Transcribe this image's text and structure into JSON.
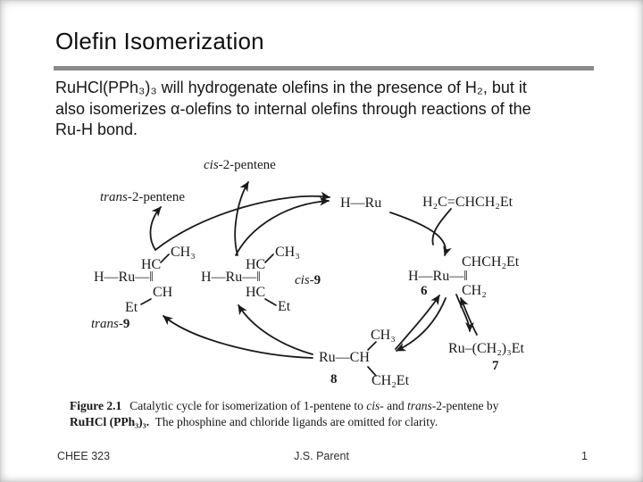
{
  "slide": {
    "title": "Olefin Isomerization",
    "body_lines": [
      "RuHCl(PPh₃)₃ will hydrogenate olefins in the presence of H₂, but it",
      "also isomerizes α-olefins to internal olefins through reactions of the",
      "Ru-H bond."
    ],
    "footer": {
      "course": "CHEE 323",
      "author": "J.S. Parent",
      "page": "1"
    }
  },
  "figure": {
    "caption": {
      "label": "Figure 2.1",
      "seg1": "Catalytic cycle for isomerization of 1-pentene to ",
      "it1": "cis-",
      "seg2": " and ",
      "it2": "trans",
      "seg3": "-2-pentene by",
      "line2_bold": "RuHCl (PPh₃)₃.",
      "line2_rest": "  The phosphine and chloride ligands are omitted for clarity."
    },
    "diagram": {
      "catalyst": "H—Ru",
      "olefin": "H₂C=CHCH₂Et",
      "product_cis": {
        "it": "cis",
        "rest": "-2-pentene"
      },
      "product_trans": {
        "it": "trans",
        "rest": "-2-pentene"
      },
      "trans9": {
        "core": "H—Ru—‖",
        "hc_top": "HC",
        "ch3": "CH₃",
        "ch_bottom": "CH",
        "et": "Et",
        "label_it": "trans-",
        "label_num": "9"
      },
      "cis9": {
        "core": "H—Ru—‖",
        "hc_top": "HC",
        "ch3": "CH₃",
        "hc_bottom": "HC",
        "et": "Et",
        "label_it": "cis-",
        "label_num": "9"
      },
      "c6": {
        "core": "H—Ru—‖",
        "top": "CHCH₂Et",
        "bottom": "CH₂",
        "num": "6"
      },
      "c7": {
        "formula": "Ru–(CH₂)₃Et",
        "num": "7"
      },
      "c8": {
        "core": "Ru—CH",
        "top": "CH₃",
        "bottom": "CH₂Et",
        "num": "8"
      }
    }
  }
}
